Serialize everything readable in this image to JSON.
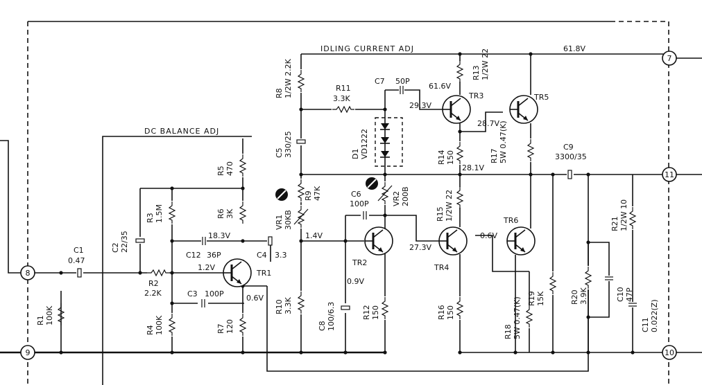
{
  "labels": {
    "idling": "IDLING CURRENT ADJ",
    "dcbal": "DC BALANCE ADJ",
    "rail_v": "61.8V"
  },
  "terminals": {
    "t7": "7",
    "t11": "11",
    "t8": "8",
    "t9": "9",
    "t10": "10"
  },
  "voltages": {
    "v616": "61.6V",
    "v293": "29.3V",
    "v287": "28.7V",
    "v281": "28.1V",
    "v183": "18.3V",
    "v14": "1.4V",
    "v12": "1.2V",
    "v273": "27.3V",
    "v06a": "0.6V",
    "v09": "0.9V",
    "v06b": "0.6V"
  },
  "components": {
    "R1": {
      "ref": "R1",
      "val": "100K"
    },
    "C1": {
      "ref": "C1",
      "val": "0.47"
    },
    "C2": {
      "ref": "C2",
      "val": "22/35"
    },
    "R2": {
      "ref": "R2",
      "val": "2.2K"
    },
    "R3": {
      "ref": "R3",
      "val": "1.5M"
    },
    "R4": {
      "ref": "R4",
      "val": "100K"
    },
    "R5": {
      "ref": "R5",
      "val": "470"
    },
    "R6": {
      "ref": "R6",
      "val": "3K"
    },
    "R7": {
      "ref": "R7",
      "val": "120"
    },
    "C12": {
      "ref": "C12",
      "val": "36P"
    },
    "C3": {
      "ref": "C3",
      "val": "100P"
    },
    "C4": {
      "ref": "C4",
      "val": "3.3"
    },
    "TR1": {
      "ref": "TR1"
    },
    "R8": {
      "ref": "R8",
      "val": "1/2W 2.2K"
    },
    "C5": {
      "ref": "C5",
      "val": "330/25"
    },
    "VR1": {
      "ref": "VR1",
      "val": "30KB"
    },
    "R9": {
      "ref": "R9",
      "val": "47K"
    },
    "R10": {
      "ref": "R10",
      "val": "3.3K"
    },
    "C8": {
      "ref": "C8",
      "val": "100/6.3"
    },
    "R11": {
      "ref": "R11",
      "val": "3.3K"
    },
    "C7": {
      "ref": "C7",
      "val": "50P"
    },
    "D1": {
      "ref": "D1",
      "val": "VD1222"
    },
    "C6": {
      "ref": "C6",
      "val": "100P"
    },
    "VR2": {
      "ref": "VR2",
      "val": "200B"
    },
    "TR2": {
      "ref": "TR2"
    },
    "R12": {
      "ref": "R12",
      "val": "150"
    },
    "TR3": {
      "ref": "TR3"
    },
    "R13": {
      "ref": "R13",
      "val": "1/2W 22"
    },
    "R14": {
      "ref": "R14",
      "val": "150"
    },
    "R15": {
      "ref": "R15",
      "val": "1/2W 22"
    },
    "TR4": {
      "ref": "TR4"
    },
    "R16": {
      "ref": "R16",
      "val": "150"
    },
    "TR5": {
      "ref": "TR5"
    },
    "R17": {
      "ref": "R17",
      "val": "5W 0.47(K)"
    },
    "TR6": {
      "ref": "TR6"
    },
    "R18": {
      "ref": "R18",
      "val": "5W 0.47(K)"
    },
    "C9": {
      "ref": "C9",
      "val": "3300/35"
    },
    "R19": {
      "ref": "R19",
      "val": "15K"
    },
    "R20": {
      "ref": "R20",
      "val": "3.9K"
    },
    "C10": {
      "ref": "C10",
      "val": "47P"
    },
    "R21": {
      "ref": "R21",
      "val": "1/2W 10"
    },
    "C11": {
      "ref": "C11",
      "val": "0.022(Z)"
    }
  }
}
